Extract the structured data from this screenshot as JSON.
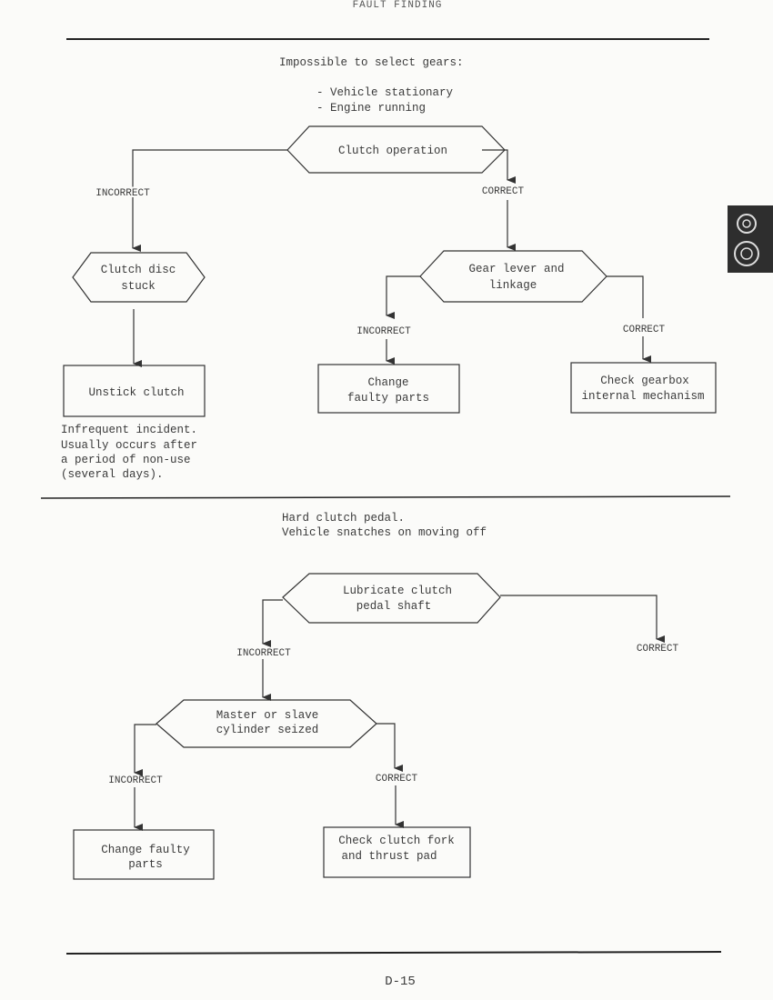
{
  "header": "FAULT FINDING",
  "page_number": "D-15",
  "section1": {
    "title": "Impossible to select gears:",
    "conditions": [
      "- Vehicle stationary",
      "- Engine running"
    ],
    "root": [
      "Clutch operation"
    ],
    "left_label": "INCORRECT",
    "right_label": "CORRECT",
    "clutch_disc": [
      "Clutch disc",
      "stuck"
    ],
    "unstick": [
      "Unstick clutch"
    ],
    "note": [
      "Infrequent incident.",
      "Usually occurs after",
      "a period of non-use",
      "(several days)."
    ],
    "gear_lever": [
      "Gear lever and",
      "linkage"
    ],
    "gl_incorrect": "INCORRECT",
    "gl_correct": "CORRECT",
    "change_parts": [
      "Change",
      "faulty parts"
    ],
    "check_gearbox": [
      "Check gearbox",
      "internal mechanism"
    ]
  },
  "section2": {
    "title": [
      "Hard clutch pedal.",
      "Vehicle snatches on moving off"
    ],
    "root": [
      "Lubricate clutch",
      "pedal shaft"
    ],
    "left_label": "INCORRECT",
    "right_label": "CORRECT",
    "cylinder": [
      "Master or slave",
      "cylinder seized"
    ],
    "cyl_incorrect": "INCORRECT",
    "cyl_correct": "CORRECT",
    "change_parts": [
      "Change faulty",
      "parts"
    ],
    "check_fork": [
      "Check clutch fork",
      "and thrust pad"
    ]
  },
  "thumb_tab_icon": "clutch-gear-icon"
}
